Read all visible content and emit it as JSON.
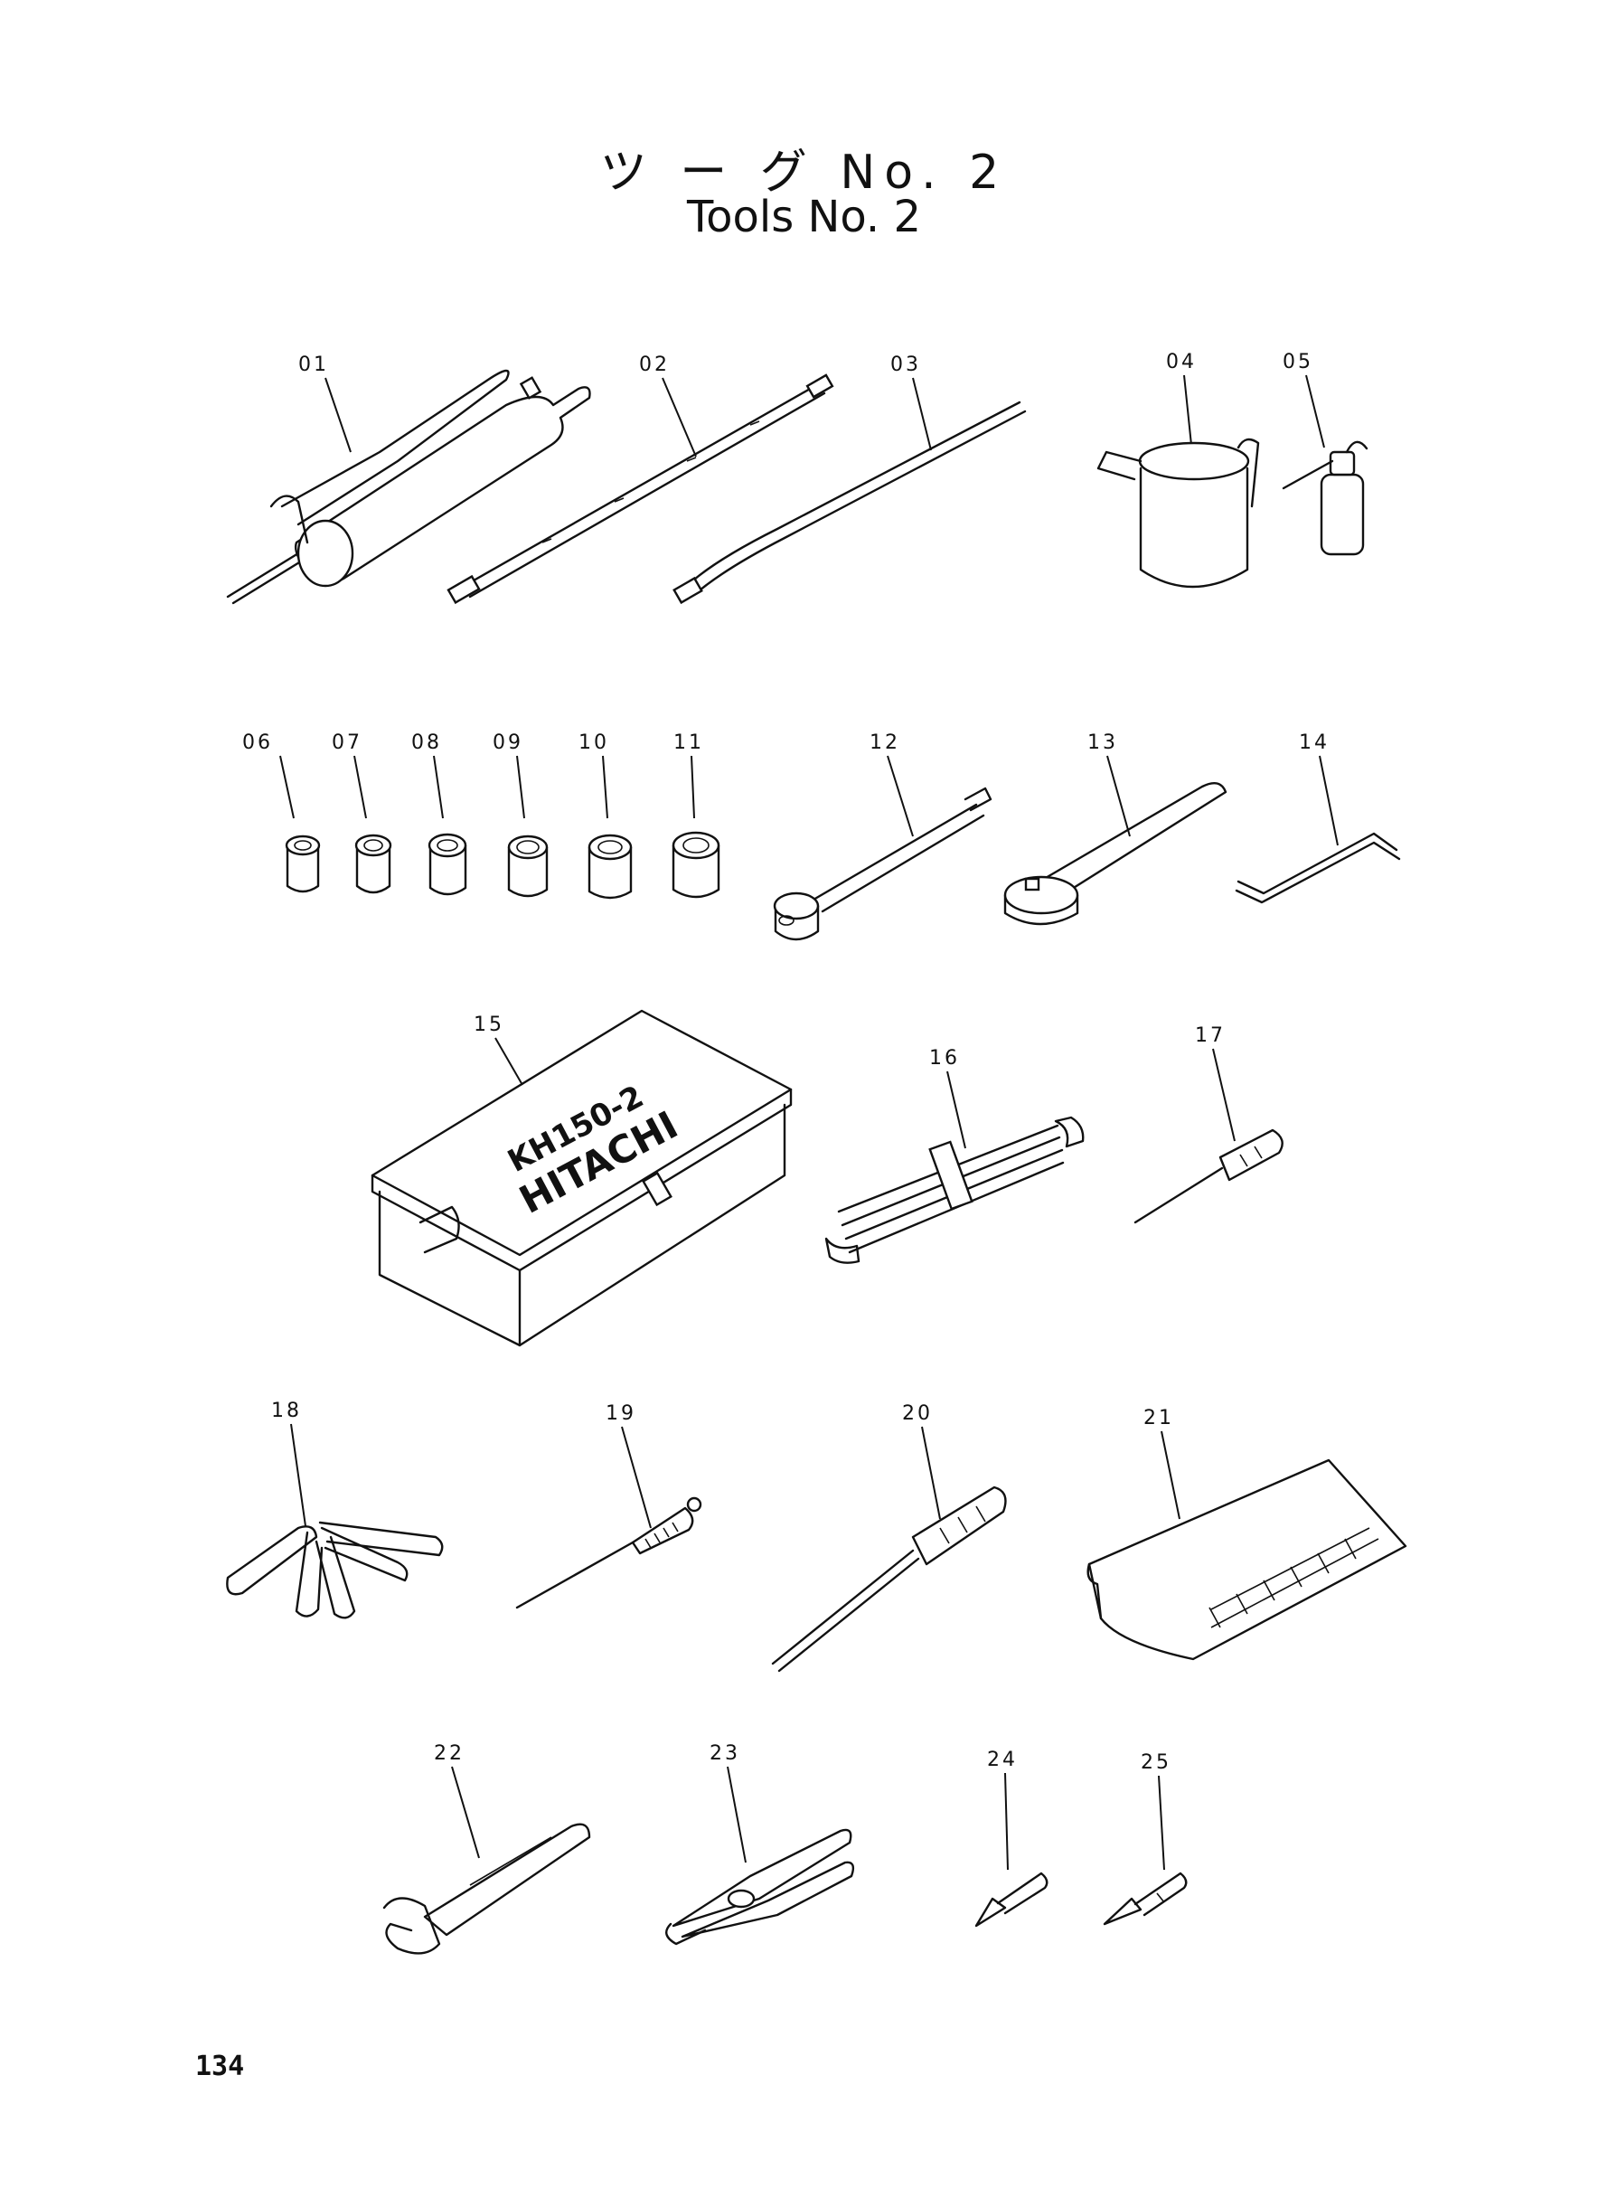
{
  "title": {
    "japanese": "ツ ー グ No. 2",
    "english": "Tools No. 2"
  },
  "page_number": "134",
  "box_label": {
    "model": "KH150-2",
    "brand": "HITACHI"
  },
  "parts": [
    {
      "no": "01",
      "icon": "grease-gun-icon"
    },
    {
      "no": "02",
      "icon": "grease-hose-icon"
    },
    {
      "no": "03",
      "icon": "nozzle-pipe-icon"
    },
    {
      "no": "04",
      "icon": "oil-can-icon"
    },
    {
      "no": "05",
      "icon": "oiler-bottle-icon"
    },
    {
      "no": "06",
      "icon": "socket-icon"
    },
    {
      "no": "07",
      "icon": "socket-icon"
    },
    {
      "no": "08",
      "icon": "socket-icon"
    },
    {
      "no": "09",
      "icon": "socket-icon"
    },
    {
      "no": "10",
      "icon": "socket-icon"
    },
    {
      "no": "11",
      "icon": "socket-icon"
    },
    {
      "no": "12",
      "icon": "extension-bar-icon"
    },
    {
      "no": "13",
      "icon": "ratchet-handle-icon"
    },
    {
      "no": "14",
      "icon": "crank-bar-icon"
    },
    {
      "no": "15",
      "icon": "tool-box-icon"
    },
    {
      "no": "16",
      "icon": "spanner-set-icon"
    },
    {
      "no": "17",
      "icon": "small-screwdriver-icon"
    },
    {
      "no": "18",
      "icon": "hex-key-set-icon"
    },
    {
      "no": "19",
      "icon": "awl-icon"
    },
    {
      "no": "20",
      "icon": "screwdriver-icon"
    },
    {
      "no": "21",
      "icon": "tool-roll-bag-icon"
    },
    {
      "no": "22",
      "icon": "adjustable-wrench-icon"
    },
    {
      "no": "23",
      "icon": "pliers-icon"
    },
    {
      "no": "24",
      "icon": "screwdriver-bit-icon"
    },
    {
      "no": "25",
      "icon": "screwdriver-bit-icon"
    }
  ]
}
